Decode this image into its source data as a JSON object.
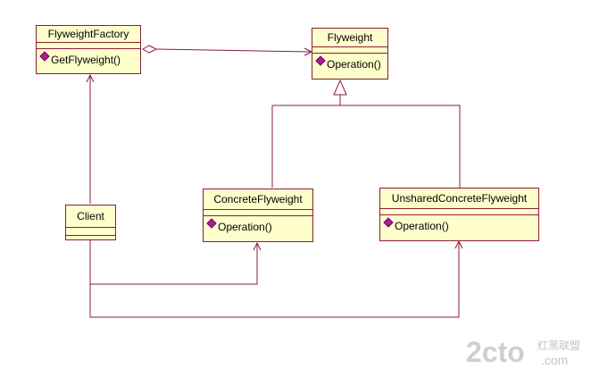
{
  "classes": {
    "flyweight_factory": {
      "name": "FlyweightFactory",
      "operation": "GetFlyweight()"
    },
    "flyweight": {
      "name": "Flyweight",
      "operation": "Operation()"
    },
    "client": {
      "name": "Client"
    },
    "concrete_flyweight": {
      "name": "ConcreteFlyweight",
      "operation": "Operation()"
    },
    "unshared_concrete_flyweight": {
      "name": "UnsharedConcreteFlyweight",
      "operation": "Operation()"
    }
  },
  "watermark": {
    "main": "2cto",
    "suffix": ".com",
    "cn": "红黑联盟"
  },
  "colors": {
    "line": "#8a1c3c",
    "box_fill": "#ffffcc",
    "watermark": "#cfcfcf"
  }
}
